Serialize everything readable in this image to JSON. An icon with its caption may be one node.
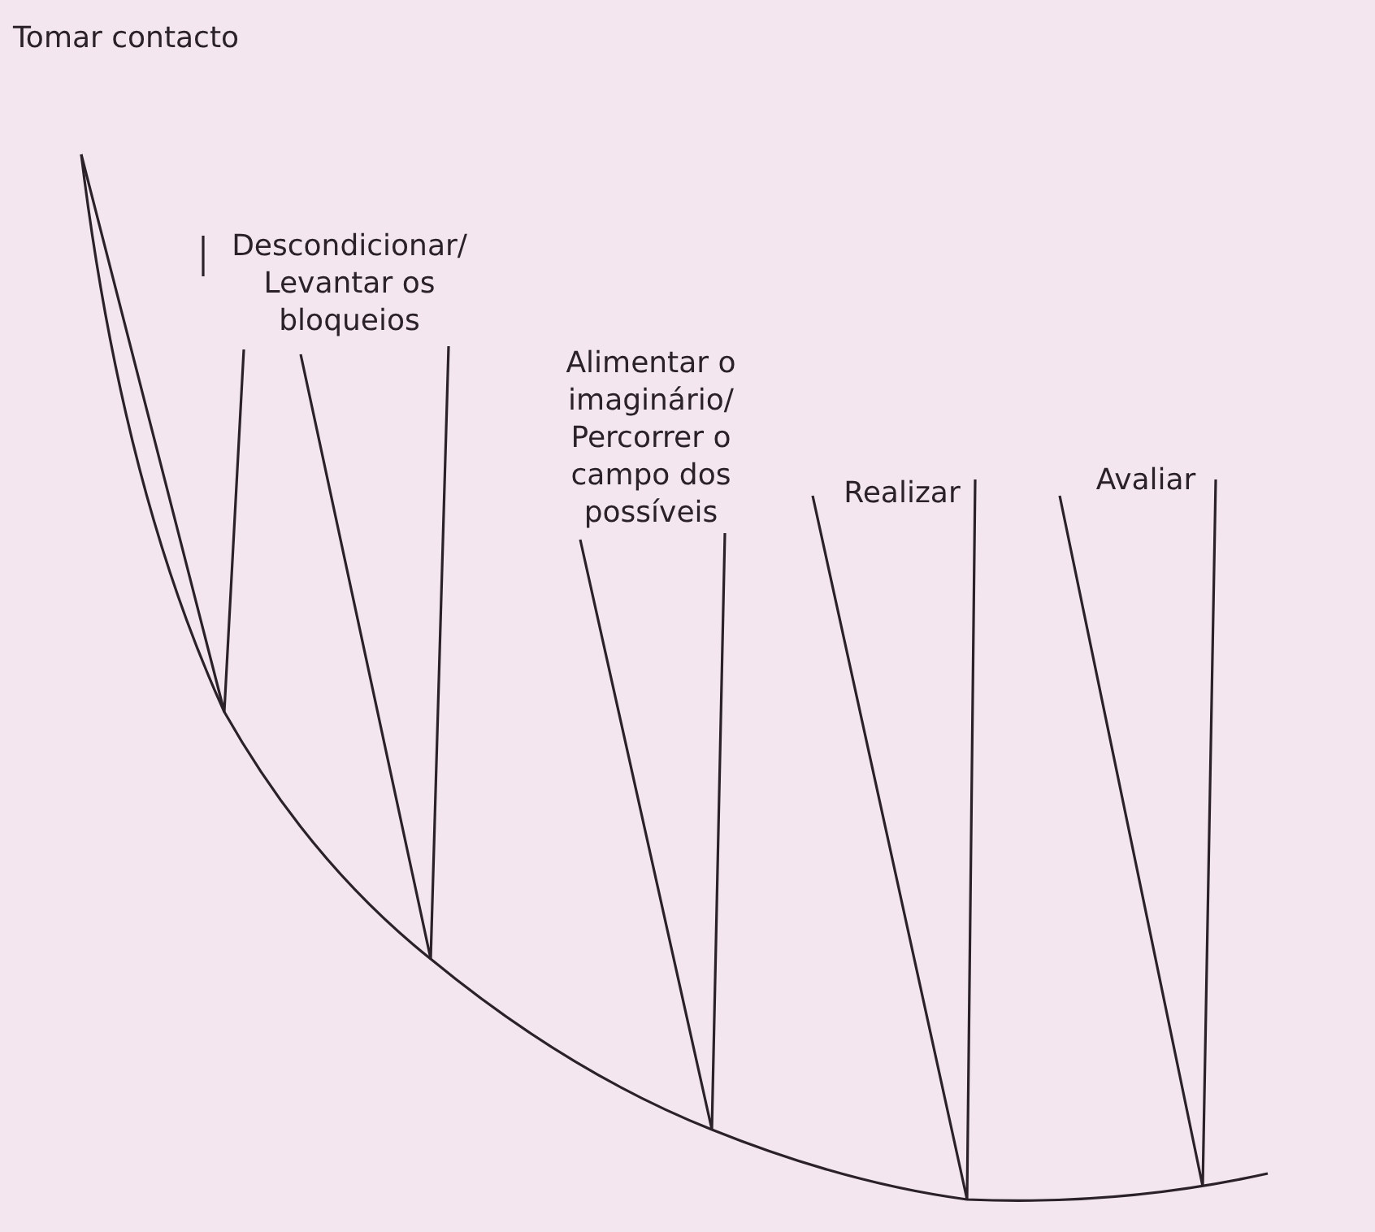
{
  "diagram": {
    "labels": [
      "Tomar contacto",
      "Descondicionar/ Levantar os bloqueios",
      "Alimentar o imaginário/ Percorrer o campo dos possíveis",
      "Realizar",
      "Avaliar"
    ]
  }
}
